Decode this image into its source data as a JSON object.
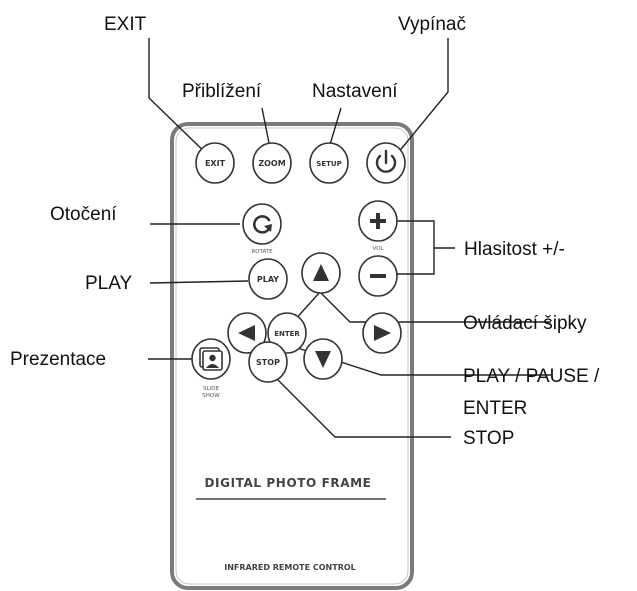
{
  "remote": {
    "buttons": {
      "exit": "EXIT",
      "zoom": "ZOOM",
      "setup": "SETUP",
      "play": "PLAY",
      "enter": "ENTER",
      "stop": "STOP"
    },
    "captions": {
      "rotate": "ROTATE",
      "vol": "VOL",
      "slide": "SLIDE",
      "show": "SHOW"
    },
    "title": "DIGITAL PHOTO FRAME",
    "footer": "INFRARED REMOTE CONTROL"
  },
  "callouts": {
    "exit": "EXIT",
    "zoom": "Přiblížení",
    "setup": "Nastavení",
    "power": "Vypínač",
    "rotate": "Otočení",
    "volume": "Hlasitost +/-",
    "play": "PLAY",
    "arrows": "Ovládací šipky",
    "slideshow": "Prezentace",
    "play_pause_line1": "PLAY / PAUSE /",
    "play_pause_line2": "ENTER",
    "stop": "STOP"
  },
  "icons": {
    "power": "power-icon",
    "rotate": "rotate-icon",
    "plus": "plus-icon",
    "minus": "minus-icon",
    "arrow_up": "arrow-up-icon",
    "arrow_down": "arrow-down-icon",
    "arrow_left": "arrow-left-icon",
    "arrow_right": "arrow-right-icon",
    "slideshow": "slideshow-icon"
  }
}
